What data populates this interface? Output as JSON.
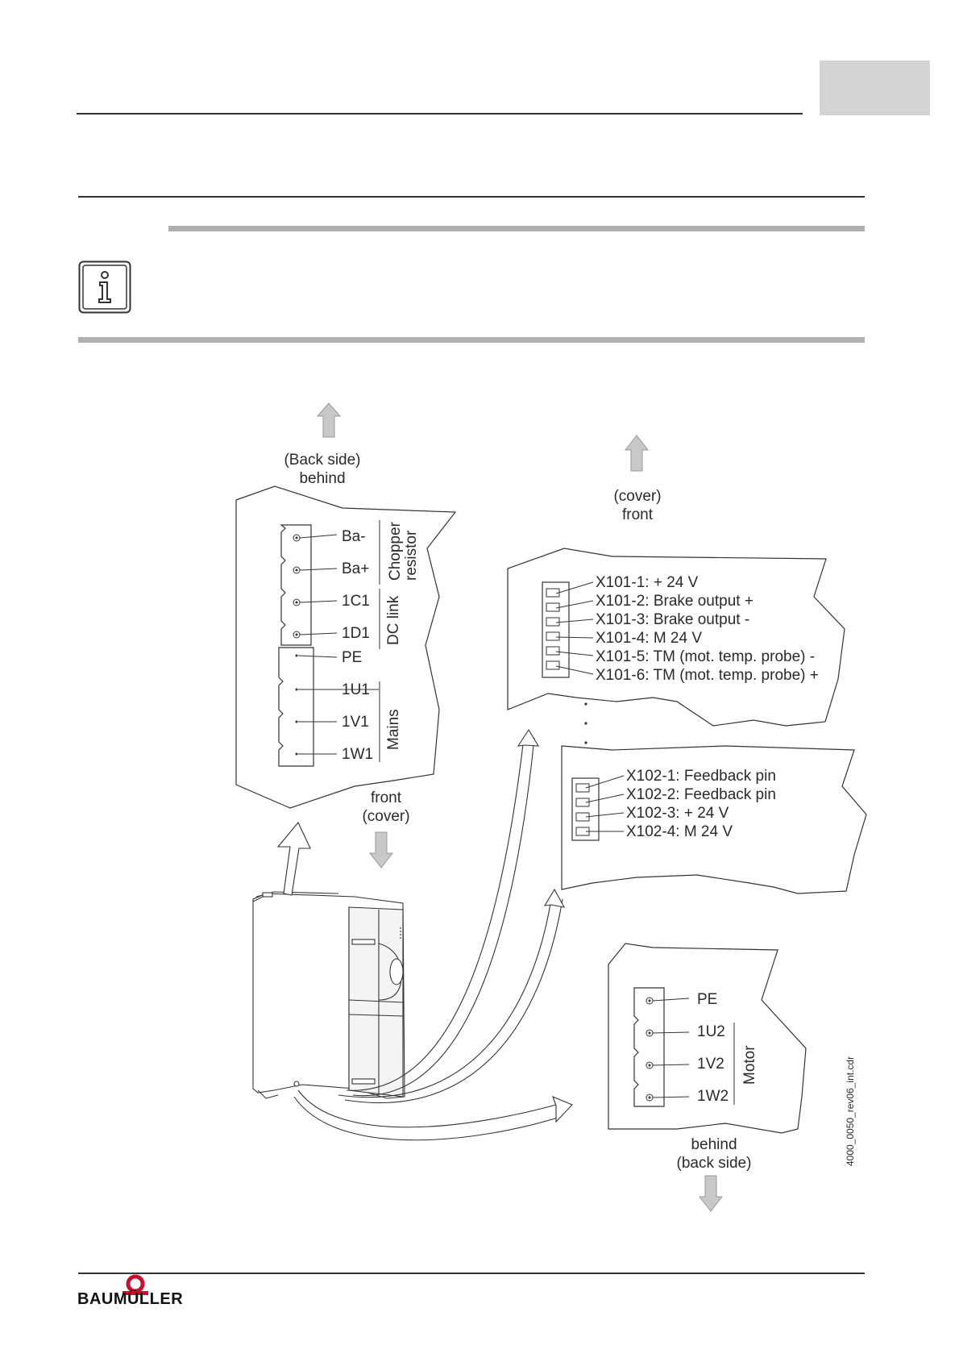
{
  "diagram": {
    "drawing_ref": "4000_0050_rev06_int.cdr",
    "top_left_panel": {
      "heading_line1": "(Back side)",
      "heading_line2": "behind",
      "footer_line1": "front",
      "footer_line2": "(cover)",
      "terminals": [
        "Ba-",
        "Ba+",
        "1C1",
        "1D1",
        "PE",
        "1U1",
        "1V1",
        "1W1"
      ],
      "group_chopper_line1": "Chopper",
      "group_chopper_line2": "resistor",
      "group_dclink": "DC link",
      "group_mains": "Mains"
    },
    "top_right_panel": {
      "heading_line1": "(cover)",
      "heading_line2": "front",
      "x101": [
        "X101-1: + 24 V",
        "X101-2: Brake output +",
        "X101-3: Brake output -",
        "X101-4: M 24 V",
        "X101-5: TM (mot. temp. probe) -",
        "X101-6: TM (mot. temp. probe) +"
      ]
    },
    "middle_right_panel": {
      "x102": [
        "X102-1: Feedback pin",
        "X102-2: Feedback pin",
        "X102-3: + 24 V",
        "X102-4: M 24 V"
      ]
    },
    "bottom_right_panel": {
      "terminals": [
        "PE",
        "1U2",
        "1V2",
        "1W2"
      ],
      "group_motor": "Motor",
      "footer_line1": "behind",
      "footer_line2": "(back side)"
    }
  },
  "footer": {
    "brand": "BAUMÜLLER"
  }
}
